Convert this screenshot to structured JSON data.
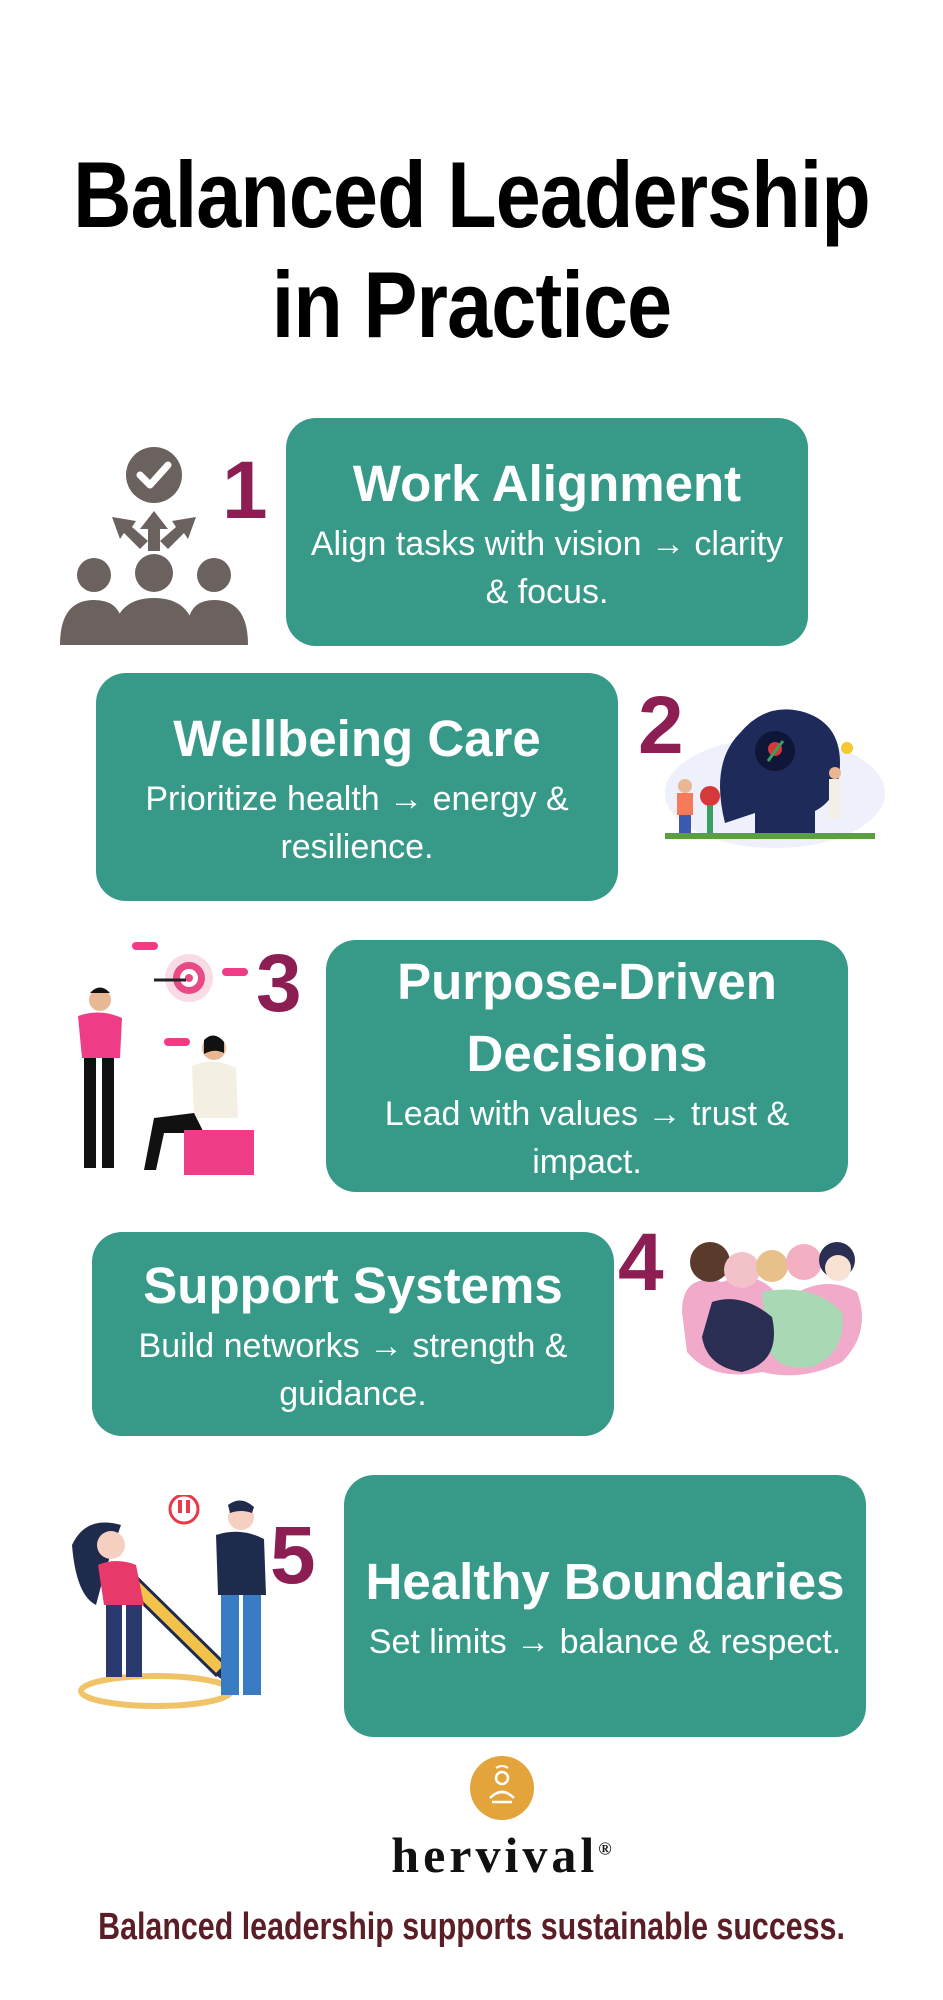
{
  "title": {
    "line1": "Balanced Leadership",
    "line2": "in Practice"
  },
  "items": [
    {
      "number": "1",
      "heading": "Work Alignment",
      "desc": "Align tasks with vision → clarity & focus."
    },
    {
      "number": "2",
      "heading": "Wellbeing Care",
      "desc": "Prioritize health → energy & resilience."
    },
    {
      "number": "3",
      "heading": "Purpose-Driven Decisions",
      "desc": "Lead with values → trust & impact."
    },
    {
      "number": "4",
      "heading": "Support Systems",
      "desc": "Build networks → strength & guidance."
    },
    {
      "number": "5",
      "heading": "Healthy Boundaries",
      "desc": "Set limits → balance & respect."
    }
  ],
  "brand": {
    "name": "hervival",
    "mark": "®"
  },
  "tagline": "Balanced leadership supports sustainable success.",
  "colors": {
    "card": "#379a88",
    "number": "#8c1e53",
    "logo": "#e2a43b",
    "tagline": "#5a1f26"
  }
}
